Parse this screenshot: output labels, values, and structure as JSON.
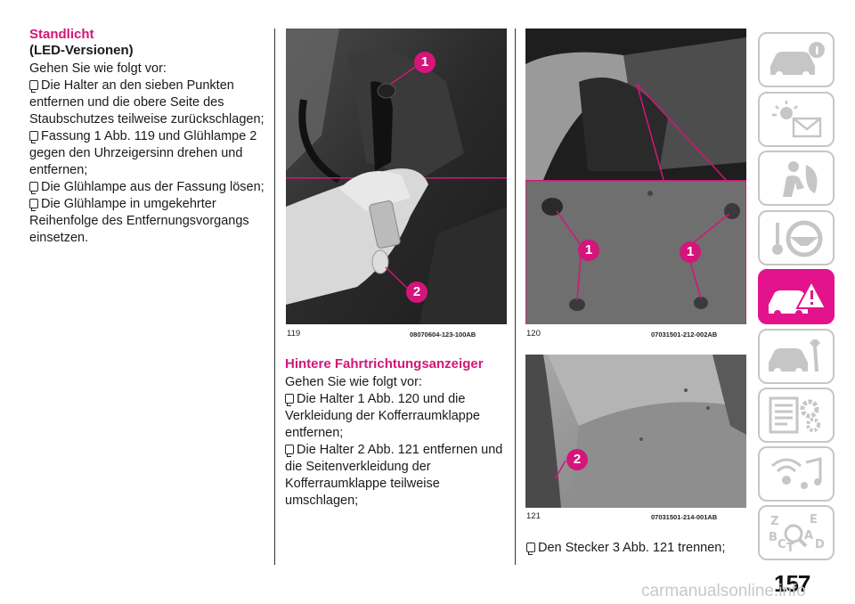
{
  "left_column": {
    "heading_1": "Standlicht",
    "heading_2": "(LED-Versionen)",
    "intro": "Gehen Sie wie folgt vor:",
    "steps": [
      "Die Halter an den sieben Punkten entfernen und die obere Seite des Staubschutzes teilweise zurückschlagen;",
      "Fassung 1 Abb. 119 und Glühlampe 2 gegen den Uhrzeigersinn drehen und entfernen;",
      "Die Glühlampe aus der Fassung lösen;",
      "Die Glühlampe in umgekehrter Reihenfolge des Entfernungsvorgangs einsetzen."
    ]
  },
  "figures": [
    {
      "number": "119",
      "code": "08070604-123-100AB",
      "callouts": [
        "1",
        "2"
      ]
    },
    {
      "number": "120",
      "code": "07031501-212-002AB",
      "callouts": [
        "1",
        "1"
      ]
    },
    {
      "number": "121",
      "code": "07031501-214-001AB",
      "callouts": [
        "2"
      ]
    }
  ],
  "middle_column": {
    "heading": "Hintere Fahrtrichtungsanzeiger",
    "intro": "Gehen Sie wie folgt vor:",
    "steps": [
      "Die Halter 1 Abb. 120 und die Verkleidung der Kofferraumklappe entfernen;",
      "Die Halter 2 Abb. 121 entfernen und die Seitenverkleidung der Kofferraumklappe teilweise umschlagen;"
    ]
  },
  "right_column": {
    "steps": [
      "Den Stecker 3 Abb. 121 trennen;"
    ]
  },
  "page_number": "157",
  "watermark": "carmanualsonline.info",
  "colors": {
    "accent": "#d4157a",
    "active_tab": "#e2138c",
    "tab_border": "#c6c6c6"
  },
  "side_tabs": [
    {
      "icon": "car-info-icon",
      "active": false
    },
    {
      "icon": "warning-lights-icon",
      "active": false
    },
    {
      "icon": "safety-airbag-icon",
      "active": false
    },
    {
      "icon": "steering-wheel-icon",
      "active": false
    },
    {
      "icon": "emergency-car-icon",
      "active": true
    },
    {
      "icon": "car-service-icon",
      "active": false
    },
    {
      "icon": "technical-data-icon",
      "active": false
    },
    {
      "icon": "multimedia-icon",
      "active": false
    },
    {
      "icon": "index-icon",
      "active": false
    }
  ]
}
